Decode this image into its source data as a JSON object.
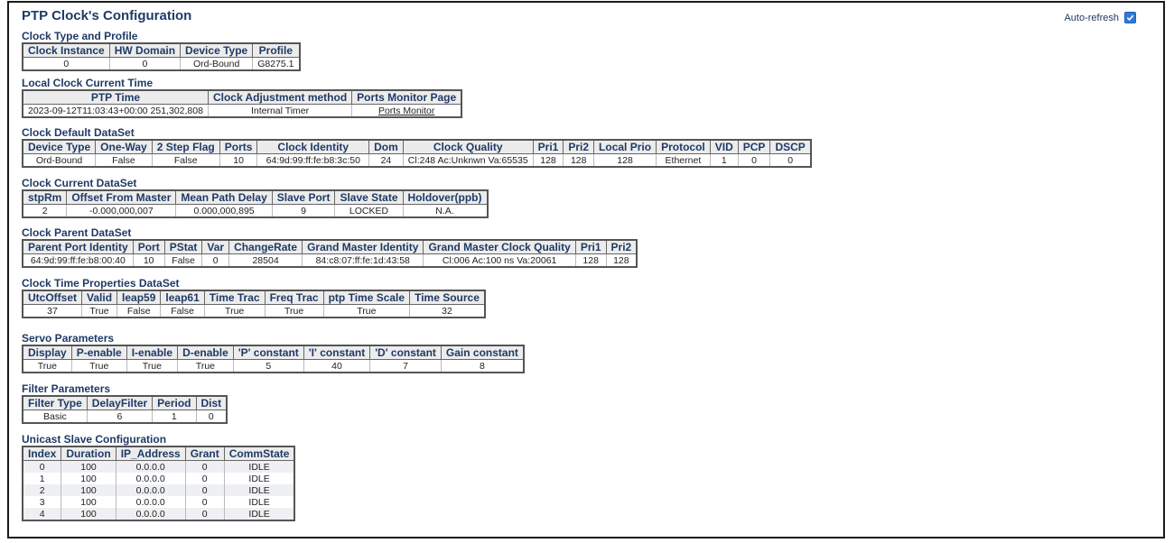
{
  "page": {
    "title": "PTP Clock's Configuration",
    "auto_refresh_label": "Auto-refresh",
    "auto_refresh_checked": true
  },
  "clock_type": {
    "title": "Clock Type and Profile",
    "headers": [
      "Clock Instance",
      "HW Domain",
      "Device Type",
      "Profile"
    ],
    "rows": [
      [
        "0",
        "0",
        "Ord-Bound",
        "G8275.1"
      ]
    ]
  },
  "local_clock": {
    "title": "Local Clock Current Time",
    "headers": [
      "PTP Time",
      "Clock Adjustment method",
      "Ports Monitor Page"
    ],
    "ptp_time": "2023-09-12T11:03:43+00:00 251,302,808",
    "adjustment": "Internal Timer",
    "ports_monitor": "Ports Monitor"
  },
  "default_ds": {
    "title": "Clock Default DataSet",
    "headers": [
      "Device Type",
      "One-Way",
      "2 Step Flag",
      "Ports",
      "Clock Identity",
      "Dom",
      "Clock Quality",
      "Pri1",
      "Pri2",
      "Local Prio",
      "Protocol",
      "VID",
      "PCP",
      "DSCP"
    ],
    "rows": [
      [
        "Ord-Bound",
        "False",
        "False",
        "10",
        "64:9d:99:ff:fe:b8:3c:50",
        "24",
        "Cl:248 Ac:Unknwn Va:65535",
        "128",
        "128",
        "128",
        "Ethernet",
        "1",
        "0",
        "0"
      ]
    ]
  },
  "current_ds": {
    "title": "Clock Current DataSet",
    "headers": [
      "stpRm",
      "Offset From Master",
      "Mean Path Delay",
      "Slave Port",
      "Slave State",
      "Holdover(ppb)"
    ],
    "rows": [
      [
        "2",
        "-0.000,000,007",
        "0.000,000,895",
        "9",
        "LOCKED",
        "N.A."
      ]
    ]
  },
  "parent_ds": {
    "title": "Clock Parent DataSet",
    "headers": [
      "Parent Port Identity",
      "Port",
      "PStat",
      "Var",
      "ChangeRate",
      "Grand Master Identity",
      "Grand Master Clock Quality",
      "Pri1",
      "Pri2"
    ],
    "rows": [
      [
        "64:9d:99:ff:fe:b8:00:40",
        "10",
        "False",
        "0",
        "28504",
        "84:c8:07:ff:fe:1d:43:58",
        "Cl:006 Ac:100 ns Va:20061",
        "128",
        "128"
      ]
    ]
  },
  "time_props": {
    "title": "Clock Time Properties DataSet",
    "headers": [
      "UtcOffset",
      "Valid",
      "leap59",
      "leap61",
      "Time Trac",
      "Freq Trac",
      "ptp Time Scale",
      "Time Source"
    ],
    "rows": [
      [
        "37",
        "True",
        "False",
        "False",
        "True",
        "True",
        "True",
        "32"
      ]
    ]
  },
  "servo": {
    "title": "Servo Parameters",
    "headers": [
      "Display",
      "P-enable",
      "I-enable",
      "D-enable",
      "'P' constant",
      "'I' constant",
      "'D' constant",
      "Gain constant"
    ],
    "rows": [
      [
        "True",
        "True",
        "True",
        "True",
        "5",
        "40",
        "7",
        "8"
      ]
    ]
  },
  "filter": {
    "title": "Filter Parameters",
    "headers": [
      "Filter Type",
      "DelayFilter",
      "Period",
      "Dist"
    ],
    "rows": [
      [
        "Basic",
        "6",
        "1",
        "0"
      ]
    ]
  },
  "unicast": {
    "title": "Unicast Slave Configuration",
    "headers": [
      "Index",
      "Duration",
      "IP_Address",
      "Grant",
      "CommState"
    ],
    "rows": [
      [
        "0",
        "100",
        "0.0.0.0",
        "0",
        "IDLE"
      ],
      [
        "1",
        "100",
        "0.0.0.0",
        "0",
        "IDLE"
      ],
      [
        "2",
        "100",
        "0.0.0.0",
        "0",
        "IDLE"
      ],
      [
        "3",
        "100",
        "0.0.0.0",
        "0",
        "IDLE"
      ],
      [
        "4",
        "100",
        "0.0.0.0",
        "0",
        "IDLE"
      ]
    ]
  }
}
